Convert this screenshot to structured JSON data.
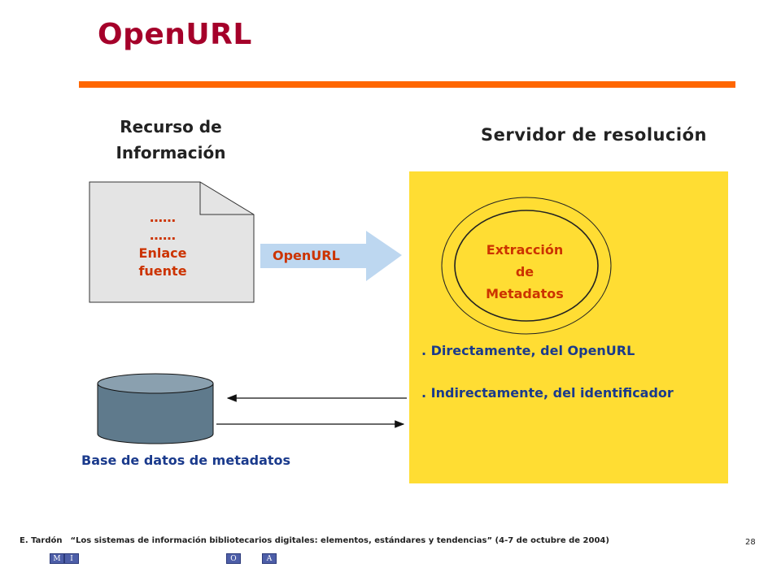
{
  "title": "OpenURL",
  "left_heading": [
    "Recurso de",
    "Información"
  ],
  "right_heading": "Servidor de resolución",
  "document_lines": [
    "……",
    "……",
    "Enlace",
    "fuente"
  ],
  "arrow_label": "OpenURL",
  "circle_lines": [
    "Extracción",
    "de",
    "Metadatos"
  ],
  "methods": [
    ". Directamente, del OpenURL",
    ". Indirectamente, del identificador"
  ],
  "database_label": "Base de datos de metadatos",
  "footer": {
    "author": "E. Tardón",
    "citation": "“Los sistemas de información bibliotecarios digitales: elementos, estándares y tendencias” (4-7 de octubre de 2004)",
    "page": "28"
  },
  "nav": [
    "M",
    "I",
    "O",
    "A"
  ],
  "colors": {
    "title": "#a5002a",
    "rule": "#ff6600",
    "server_fill": "#ffdd33",
    "accent_text": "#cc3300",
    "blue_text": "#1a3a8c",
    "arrow_fill": "#bdd7f0",
    "cylinder": "#5f7a8c"
  }
}
